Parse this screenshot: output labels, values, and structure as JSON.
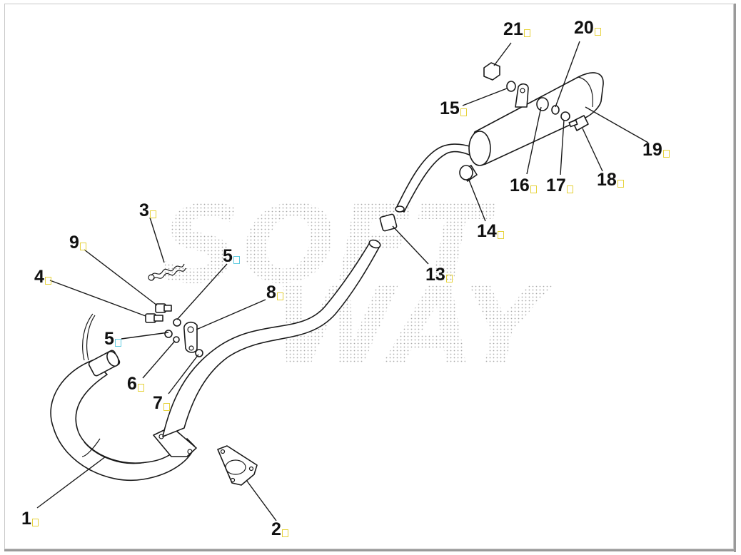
{
  "watermark": {
    "line1": "SOFT",
    "line2": "WAY"
  },
  "callouts": [
    {
      "id": "1",
      "label": "1"
    },
    {
      "id": "2",
      "label": "2"
    },
    {
      "id": "3",
      "label": "3"
    },
    {
      "id": "4",
      "label": "4"
    },
    {
      "id": "5a",
      "label": "5"
    },
    {
      "id": "5b",
      "label": "5"
    },
    {
      "id": "6",
      "label": "6"
    },
    {
      "id": "7",
      "label": "7"
    },
    {
      "id": "8",
      "label": "8"
    },
    {
      "id": "9",
      "label": "9"
    },
    {
      "id": "13",
      "label": "13"
    },
    {
      "id": "14",
      "label": "14"
    },
    {
      "id": "15",
      "label": "15"
    },
    {
      "id": "16",
      "label": "16"
    },
    {
      "id": "17",
      "label": "17"
    },
    {
      "id": "18",
      "label": "18"
    },
    {
      "id": "19",
      "label": "19"
    },
    {
      "id": "20",
      "label": "20"
    },
    {
      "id": "21",
      "label": "21"
    }
  ],
  "colors": {
    "hotspot": "#e6d23a",
    "hotspot_selected": "#5ecbe0",
    "marker": "#e8504a",
    "watermark": "#9a9a9a"
  }
}
